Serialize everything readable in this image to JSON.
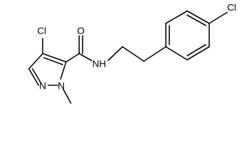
{
  "molecule": {
    "atom_labels": {
      "cl_pyrazole": "Cl",
      "carbonyl_o": "O",
      "amide_nh": "N",
      "amide_h": "H",
      "ring_n": "N",
      "methyl_n": "N",
      "cl_phenyl": "Cl"
    }
  },
  "colors": {
    "bond": "#000000",
    "label": "#000000",
    "background": "#ffffff"
  }
}
